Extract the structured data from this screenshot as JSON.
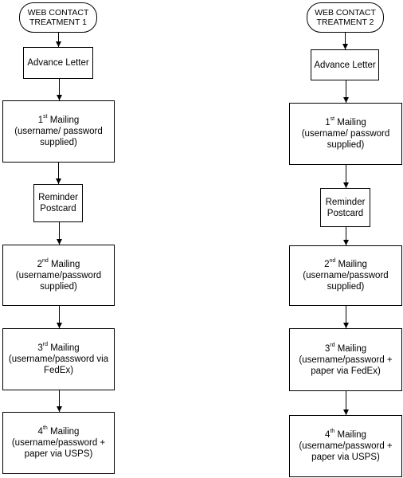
{
  "columns": [
    {
      "title": "WEB CONTACT\nTREATMENT 1",
      "steps": [
        {
          "lines": [
            "Advance Letter"
          ]
        },
        {
          "ordinal": "1",
          "suffix": "st",
          "heading": " Mailing",
          "lines": [
            "(username/ password",
            "supplied)"
          ]
        },
        {
          "lines": [
            "Reminder",
            "Postcard"
          ]
        },
        {
          "ordinal": "2",
          "suffix": "nd",
          "heading": " Mailing",
          "lines": [
            "(username/password",
            "supplied)"
          ]
        },
        {
          "ordinal": "3",
          "suffix": "rd",
          "heading": " Mailing",
          "lines": [
            "(username/password via",
            "FedEx)"
          ]
        },
        {
          "ordinal": "4",
          "suffix": "th",
          "heading": " Mailing",
          "lines": [
            "(username/password +",
            "paper via USPS)"
          ]
        }
      ]
    },
    {
      "title": "WEB CONTACT\nTREATMENT 2",
      "steps": [
        {
          "lines": [
            "Advance Letter"
          ]
        },
        {
          "ordinal": "1",
          "suffix": "st",
          "heading": " Mailing",
          "lines": [
            "(username/ password",
            "supplied)"
          ]
        },
        {
          "lines": [
            "Reminder",
            "Postcard"
          ]
        },
        {
          "ordinal": "2",
          "suffix": "nd",
          "heading": " Mailing",
          "lines": [
            "(username/password",
            "supplied)"
          ]
        },
        {
          "ordinal": "3",
          "suffix": "rd",
          "heading": " Mailing",
          "lines": [
            "(username/password +",
            "paper via FedEx)"
          ]
        },
        {
          "ordinal": "4",
          "suffix": "th",
          "heading": " Mailing",
          "lines": [
            "(username/password +",
            "paper via USPS)"
          ]
        }
      ]
    }
  ]
}
